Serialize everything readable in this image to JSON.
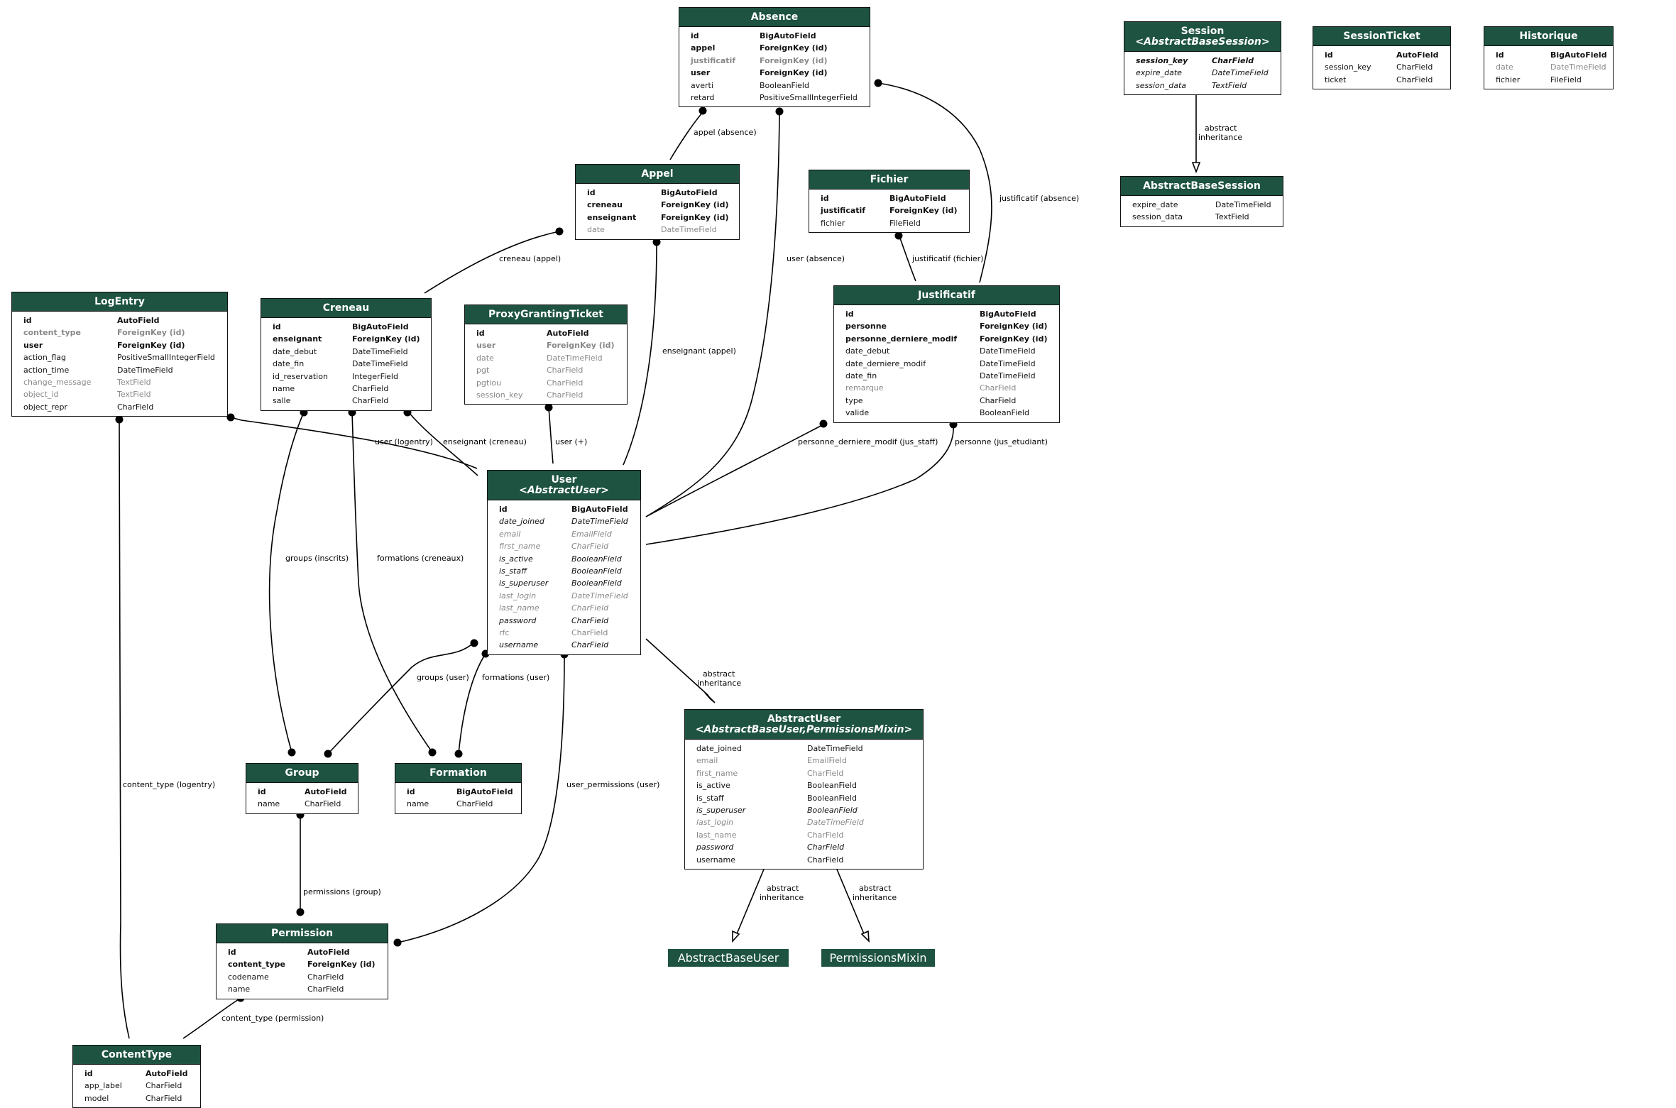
{
  "colors": {
    "header": "#1d5340",
    "border": "#111111",
    "muted": "#888888",
    "edge": "#000000"
  },
  "models": {
    "absence": {
      "title": "Absence",
      "fields": [
        {
          "name": "id",
          "type": "BigAutoField",
          "style": "bold"
        },
        {
          "name": "appel",
          "type": "ForeignKey (id)",
          "style": "bold"
        },
        {
          "name": "justificatif",
          "type": "ForeignKey (id)",
          "style": "bold-grey"
        },
        {
          "name": "user",
          "type": "ForeignKey (id)",
          "style": "bold"
        },
        {
          "name": "averti",
          "type": "BooleanField",
          "style": ""
        },
        {
          "name": "retard",
          "type": "PositiveSmallIntegerField",
          "style": ""
        }
      ]
    },
    "session": {
      "title": "Session",
      "subtitle": "<AbstractBaseSession>",
      "fields": [
        {
          "name": "session_key",
          "type": "CharField",
          "style": "bold-ital"
        },
        {
          "name": "expire_date",
          "type": "DateTimeField",
          "style": "ital"
        },
        {
          "name": "session_data",
          "type": "TextField",
          "style": "ital"
        }
      ]
    },
    "sessionticket": {
      "title": "SessionTicket",
      "fields": [
        {
          "name": "id",
          "type": "AutoField",
          "style": "bold"
        },
        {
          "name": "session_key",
          "type": "CharField",
          "style": ""
        },
        {
          "name": "ticket",
          "type": "CharField",
          "style": ""
        }
      ]
    },
    "historique": {
      "title": "Historique",
      "fields": [
        {
          "name": "id",
          "type": "BigAutoField",
          "style": "bold"
        },
        {
          "name": "date",
          "type": "DateTimeField",
          "style": "grey"
        },
        {
          "name": "fichier",
          "type": "FileField",
          "style": ""
        }
      ]
    },
    "appel": {
      "title": "Appel",
      "fields": [
        {
          "name": "id",
          "type": "BigAutoField",
          "style": "bold"
        },
        {
          "name": "creneau",
          "type": "ForeignKey (id)",
          "style": "bold"
        },
        {
          "name": "enseignant",
          "type": "ForeignKey (id)",
          "style": "bold"
        },
        {
          "name": "date",
          "type": "DateTimeField",
          "style": "grey"
        }
      ]
    },
    "fichier": {
      "title": "Fichier",
      "fields": [
        {
          "name": "id",
          "type": "BigAutoField",
          "style": "bold"
        },
        {
          "name": "justificatif",
          "type": "ForeignKey (id)",
          "style": "bold"
        },
        {
          "name": "fichier",
          "type": "FileField",
          "style": ""
        }
      ]
    },
    "abstractbasesession": {
      "title": "AbstractBaseSession",
      "fields": [
        {
          "name": "expire_date",
          "type": "DateTimeField",
          "style": ""
        },
        {
          "name": "session_data",
          "type": "TextField",
          "style": ""
        }
      ]
    },
    "logentry": {
      "title": "LogEntry",
      "fields": [
        {
          "name": "id",
          "type": "AutoField",
          "style": "bold"
        },
        {
          "name": "content_type",
          "type": "ForeignKey (id)",
          "style": "bold-grey"
        },
        {
          "name": "user",
          "type": "ForeignKey (id)",
          "style": "bold"
        },
        {
          "name": "action_flag",
          "type": "PositiveSmallIntegerField",
          "style": ""
        },
        {
          "name": "action_time",
          "type": "DateTimeField",
          "style": ""
        },
        {
          "name": "change_message",
          "type": "TextField",
          "style": "grey"
        },
        {
          "name": "object_id",
          "type": "TextField",
          "style": "grey"
        },
        {
          "name": "object_repr",
          "type": "CharField",
          "style": ""
        }
      ]
    },
    "creneau": {
      "title": "Creneau",
      "fields": [
        {
          "name": "id",
          "type": "BigAutoField",
          "style": "bold"
        },
        {
          "name": "enseignant",
          "type": "ForeignKey (id)",
          "style": "bold"
        },
        {
          "name": "date_debut",
          "type": "DateTimeField",
          "style": ""
        },
        {
          "name": "date_fin",
          "type": "DateTimeField",
          "style": ""
        },
        {
          "name": "id_reservation",
          "type": "IntegerField",
          "style": ""
        },
        {
          "name": "name",
          "type": "CharField",
          "style": ""
        },
        {
          "name": "salle",
          "type": "CharField",
          "style": ""
        }
      ]
    },
    "proxygrantingticket": {
      "title": "ProxyGrantingTicket",
      "fields": [
        {
          "name": "id",
          "type": "AutoField",
          "style": "bold"
        },
        {
          "name": "user",
          "type": "ForeignKey (id)",
          "style": "bold-grey"
        },
        {
          "name": "date",
          "type": "DateTimeField",
          "style": "grey"
        },
        {
          "name": "pgt",
          "type": "CharField",
          "style": "grey"
        },
        {
          "name": "pgtiou",
          "type": "CharField",
          "style": "grey"
        },
        {
          "name": "session_key",
          "type": "CharField",
          "style": "grey"
        }
      ]
    },
    "justificatif": {
      "title": "Justificatif",
      "fields": [
        {
          "name": "id",
          "type": "BigAutoField",
          "style": "bold"
        },
        {
          "name": "personne",
          "type": "ForeignKey (id)",
          "style": "bold"
        },
        {
          "name": "personne_derniere_modif",
          "type": "ForeignKey (id)",
          "style": "bold"
        },
        {
          "name": "date_debut",
          "type": "DateTimeField",
          "style": ""
        },
        {
          "name": "date_derniere_modif",
          "type": "DateTimeField",
          "style": ""
        },
        {
          "name": "date_fin",
          "type": "DateTimeField",
          "style": ""
        },
        {
          "name": "remarque",
          "type": "CharField",
          "style": "grey"
        },
        {
          "name": "type",
          "type": "CharField",
          "style": ""
        },
        {
          "name": "valide",
          "type": "BooleanField",
          "style": ""
        }
      ]
    },
    "user": {
      "title": "User",
      "subtitle": "<AbstractUser>",
      "fields": [
        {
          "name": "id",
          "type": "BigAutoField",
          "style": "bold"
        },
        {
          "name": "date_joined",
          "type": "DateTimeField",
          "style": "ital"
        },
        {
          "name": "email",
          "type": "EmailField",
          "style": "ital-grey"
        },
        {
          "name": "first_name",
          "type": "CharField",
          "style": "ital-grey"
        },
        {
          "name": "is_active",
          "type": "BooleanField",
          "style": "ital"
        },
        {
          "name": "is_staff",
          "type": "BooleanField",
          "style": "ital"
        },
        {
          "name": "is_superuser",
          "type": "BooleanField",
          "style": "ital"
        },
        {
          "name": "last_login",
          "type": "DateTimeField",
          "style": "ital-grey"
        },
        {
          "name": "last_name",
          "type": "CharField",
          "style": "ital-grey"
        },
        {
          "name": "password",
          "type": "CharField",
          "style": "ital"
        },
        {
          "name": "rfc",
          "type": "CharField",
          "style": "grey"
        },
        {
          "name": "username",
          "type": "CharField",
          "style": "ital"
        }
      ]
    },
    "abstractuser": {
      "title": "AbstractUser",
      "subtitle": "<AbstractBaseUser,PermissionsMixin>",
      "fields": [
        {
          "name": "date_joined",
          "type": "DateTimeField",
          "style": ""
        },
        {
          "name": "email",
          "type": "EmailField",
          "style": "grey"
        },
        {
          "name": "first_name",
          "type": "CharField",
          "style": "grey"
        },
        {
          "name": "is_active",
          "type": "BooleanField",
          "style": ""
        },
        {
          "name": "is_staff",
          "type": "BooleanField",
          "style": ""
        },
        {
          "name": "is_superuser",
          "type": "BooleanField",
          "style": "ital"
        },
        {
          "name": "last_login",
          "type": "DateTimeField",
          "style": "ital-grey"
        },
        {
          "name": "last_name",
          "type": "CharField",
          "style": "grey"
        },
        {
          "name": "password",
          "type": "CharField",
          "style": "ital"
        },
        {
          "name": "username",
          "type": "CharField",
          "style": ""
        }
      ]
    },
    "group": {
      "title": "Group",
      "fields": [
        {
          "name": "id",
          "type": "AutoField",
          "style": "bold"
        },
        {
          "name": "name",
          "type": "CharField",
          "style": ""
        }
      ]
    },
    "formation": {
      "title": "Formation",
      "fields": [
        {
          "name": "id",
          "type": "BigAutoField",
          "style": "bold"
        },
        {
          "name": "name",
          "type": "CharField",
          "style": ""
        }
      ]
    },
    "permission": {
      "title": "Permission",
      "fields": [
        {
          "name": "id",
          "type": "AutoField",
          "style": "bold"
        },
        {
          "name": "content_type",
          "type": "ForeignKey (id)",
          "style": "bold"
        },
        {
          "name": "codename",
          "type": "CharField",
          "style": ""
        },
        {
          "name": "name",
          "type": "CharField",
          "style": ""
        }
      ]
    },
    "contenttype": {
      "title": "ContentType",
      "fields": [
        {
          "name": "id",
          "type": "AutoField",
          "style": "bold"
        },
        {
          "name": "app_label",
          "type": "CharField",
          "style": ""
        },
        {
          "name": "model",
          "type": "CharField",
          "style": ""
        }
      ]
    }
  },
  "external": {
    "abstractbaseuser": {
      "label": "AbstractBaseUser"
    },
    "permissionsmixin": {
      "label": "PermissionsMixin"
    }
  },
  "edges": {
    "appel_absence": "appel (absence)",
    "justificatif_absence": "justificatif (absence)",
    "abstract_inheritance_line1": "abstract",
    "abstract_inheritance_line2": "inheritance",
    "creneau_appel": "creneau (appel)",
    "user_absence": "user (absence)",
    "justificatif_fichier": "justificatif (fichier)",
    "enseignant_appel": "enseignant (appel)",
    "user_logentry": "user (logentry)",
    "enseignant_creneau": "enseignant (creneau)",
    "user_plus": "user (+)",
    "personne_derniere_modif": "personne_derniere_modif (jus_staff)",
    "personne_jus_etudiant": "personne (jus_etudiant)",
    "groups_inscrits": "groups (inscrits)",
    "formations_creneaux": "formations (creneaux)",
    "groups_user": "groups (user)",
    "formations_user": "formations (user)",
    "content_type_logentry": "content_type (logentry)",
    "user_permissions": "user_permissions (user)",
    "permissions_group": "permissions (group)",
    "content_type_permission": "content_type (permission)"
  }
}
